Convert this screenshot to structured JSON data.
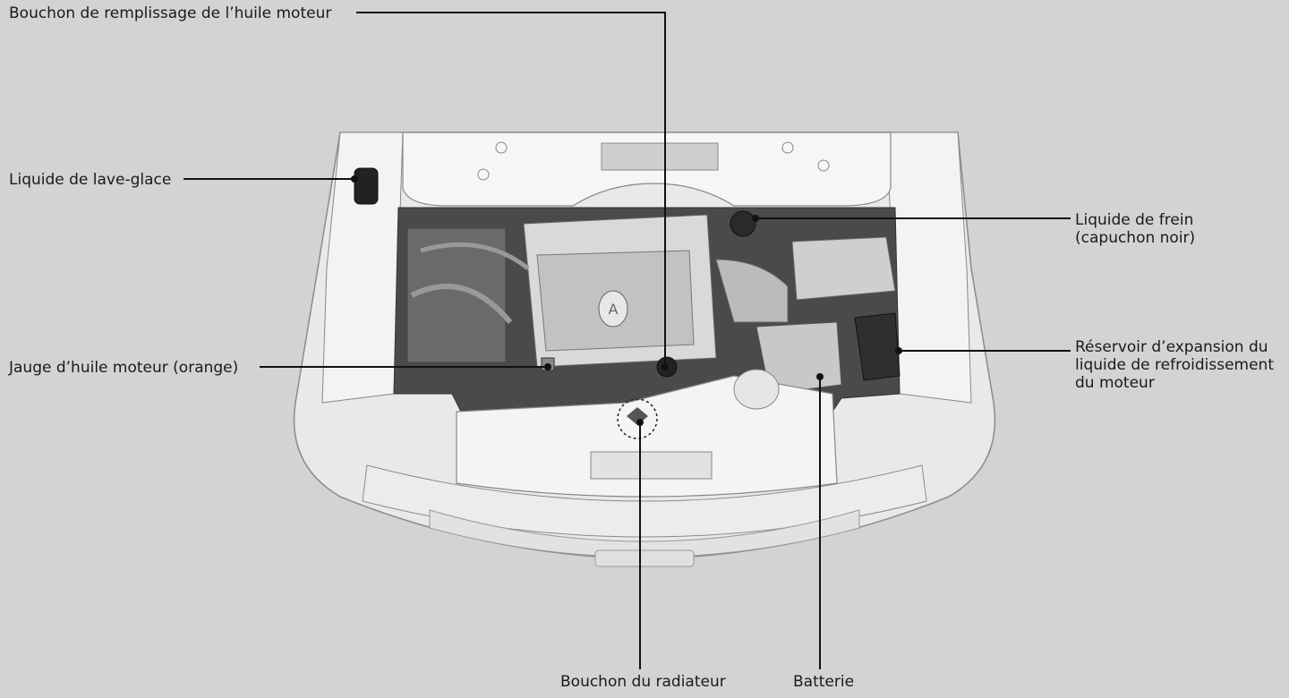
{
  "diagram": {
    "callouts": {
      "oil_filler_cap": "Bouchon de remplissage de l’huile moteur",
      "washer_fluid": "Liquide de lave-glace",
      "oil_dipstick": "Jauge d’huile moteur (orange)",
      "brake_fluid": [
        "Liquide de frein",
        "(capuchon noir)"
      ],
      "coolant_reservoir": [
        "Réservoir d’expansion du",
        "liquide de refroidissement",
        "du moteur"
      ],
      "radiator_cap": "Bouchon du radiateur",
      "battery": "Batterie"
    },
    "colors": {
      "background": "#d3d3d3",
      "line": "#111111",
      "body_panel": "#f1f1f1",
      "engine_bay": "#3a3a3a"
    }
  }
}
